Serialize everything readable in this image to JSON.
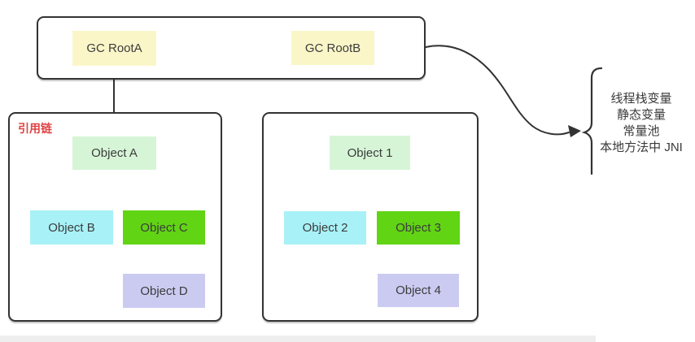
{
  "colors": {
    "root_fill": "#faf6c8",
    "head_green_fill": "#d6f5d6",
    "cyan_fill": "#a8f1f7",
    "bright_green_fill": "#61d414",
    "lavender_fill": "#cbcbf2",
    "line": "#333333",
    "group_label_red": "#e04343",
    "text": "#3c3c3c",
    "bottom_bar": "#eeeeee"
  },
  "gc_roots": {
    "a": "GC RootA",
    "b": "GC RootB"
  },
  "left_group": {
    "title": "引用链",
    "nodes": {
      "a": "Object A",
      "b": "Object B",
      "c": "Object C",
      "d": "Object D"
    }
  },
  "right_group": {
    "nodes": {
      "n1": "Object 1",
      "n2": "Object 2",
      "n3": "Object 3",
      "n4": "Object 4"
    }
  },
  "legend": {
    "lines": [
      "线程栈变量",
      "静态变量",
      "常量池",
      "本地方法中 JNI"
    ]
  }
}
